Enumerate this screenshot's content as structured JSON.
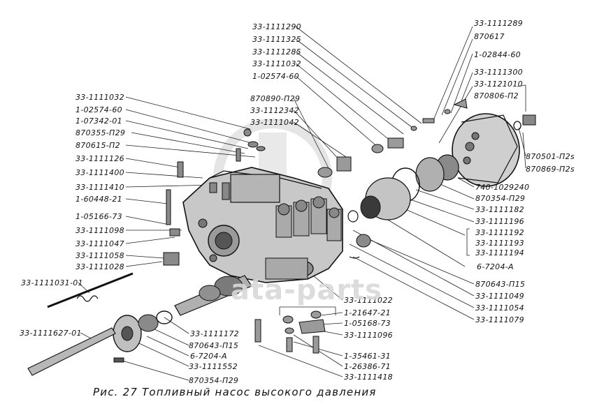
{
  "caption": "Рис. 27 Топливный насос высокого давления",
  "watermark": "ata-parts",
  "colors": {
    "ink": "#111111",
    "metal": "#bdbdbd",
    "dark": "#3a3a3a",
    "watermark": "#d4d4d4"
  },
  "labels": {
    "top1": "33-1111290",
    "top2": "33-1111325",
    "top3": "33-1111285",
    "top4": "33-1111032",
    "top5": "1-02574-60",
    "top6": "870890-П29",
    "top7": "33-1112342",
    "top8": "33-1111042",
    "tr1": "33-1111289",
    "tr2": "870617",
    "tr3": "1-02844-60",
    "tr4": "33-1111300",
    "tr5": "33-1121010",
    "tr6": "870806-П2",
    "r1": "870501-П2s",
    "r2": "870869-П2s",
    "r3": "740-1029240",
    "r4": "870354-П29",
    "r5": "33-1111182",
    "r6": "33-1111196",
    "r7": "33-1111192",
    "r8": "33-1111193",
    "r9": "33-1111194",
    "r10": "6-7204-А",
    "r11": "870643-П15",
    "r12": "33-1111049",
    "r13": "33-1111054",
    "r14": "33-1111079",
    "l1": "33-1111032",
    "l2": "1-02574-60",
    "l3": "1-07342-01",
    "l4": "870355-П29",
    "l5": "870615-П2",
    "l6": "33-1111126",
    "l7": "33-1111400",
    "l8": "33-1111410",
    "l9": "1-60448-21",
    "l10": "1-05166-73",
    "l11": "33-1111098",
    "l12": "33-1111047",
    "l13": "33-1111058",
    "l14": "33-1111028",
    "l15": "33-1111031-01",
    "l16": "33-1111627-01",
    "b1": "33-1111172",
    "b2": "870643-П15",
    "b3": "6-7204-А",
    "b4": "33-1111552",
    "b5": "870354-П29",
    "c1": "33-1111022",
    "c2": "1-21647-21",
    "c3": "1-05168-73",
    "c4": "33-1111096",
    "c5": "1-35461-31",
    "c6": "1-26386-71",
    "c7": "33-1111418"
  }
}
